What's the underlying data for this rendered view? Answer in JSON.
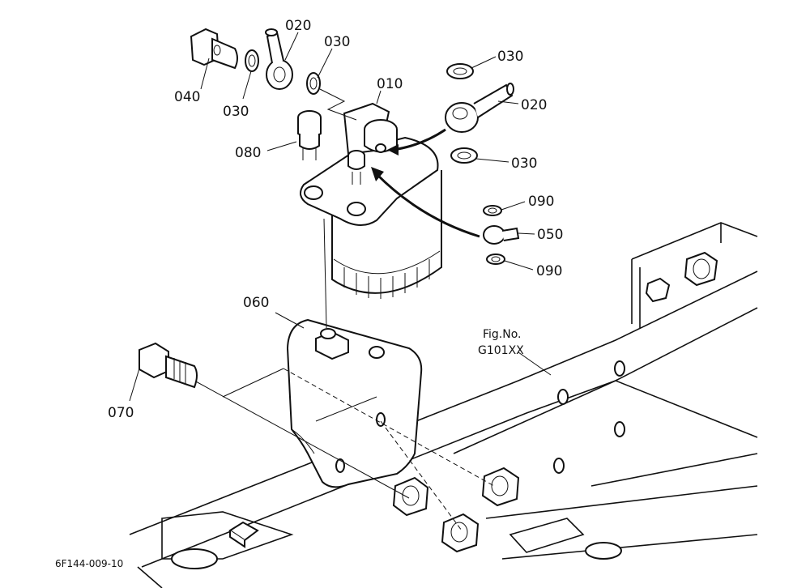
{
  "labels": {
    "p040": "040",
    "p030a": "030",
    "p020a": "020",
    "p030b": "030",
    "p010": "010",
    "p030c": "030",
    "p020b": "020",
    "p080": "080",
    "p030d": "030",
    "p090a": "090",
    "p050": "050",
    "p090b": "090",
    "p060": "060",
    "p070": "070"
  },
  "fig_ref": {
    "line1": "Fig.No.",
    "line2": "G101XX"
  },
  "drawing_code": "6F144-009-10"
}
